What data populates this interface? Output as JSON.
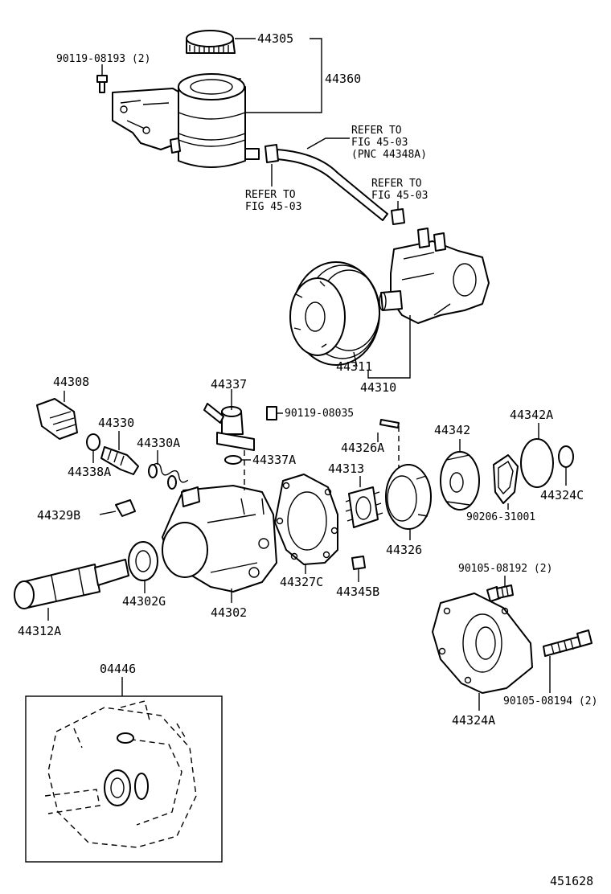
{
  "labels": {
    "p44305": "44305",
    "p44360": "44360",
    "p90119_08193": "90119-08193 (2)",
    "refer1_a": "REFER TO",
    "refer1_b": "FIG 45-03",
    "refer1_c": "(PNC 44348A)",
    "refer2_a": "REFER TO",
    "refer2_b": "FIG 45-03",
    "refer3_a": "REFER TO",
    "refer3_b": "FIG 45-03",
    "p44311": "44311",
    "p44310": "44310",
    "p44308": "44308",
    "p44330": "44330",
    "p44330A": "44330A",
    "p44338A": "44338A",
    "p44337": "44337",
    "p90119_08035": "90119-08035",
    "p44337A": "44337A",
    "p44326A": "44326A",
    "p44313": "44313",
    "p44342": "44342",
    "p44342A": "44342A",
    "p44324C": "44324C",
    "p90206_31001": "90206-31001",
    "p44329B": "44329B",
    "p44326": "44326",
    "p44327C": "44327C",
    "p44345B": "44345B",
    "p44302G": "44302G",
    "p44302": "44302",
    "p44312A": "44312A",
    "p90105_08192": "90105-08192 (2)",
    "p90105_08194": "90105-08194 (2)",
    "p44324A": "44324A",
    "p04446": "04446",
    "diagram_id": "451628"
  }
}
